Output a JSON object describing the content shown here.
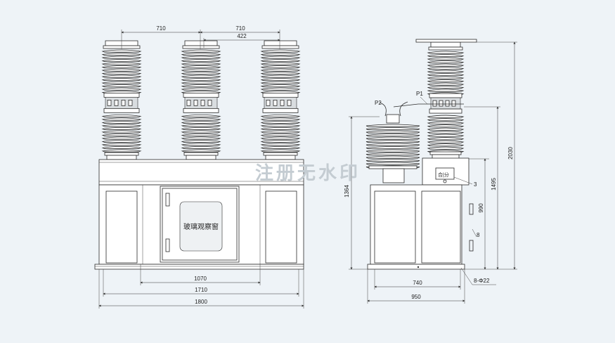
{
  "watermark": "注册无水印",
  "front_view": {
    "window_label": "玻璃观察窗",
    "dims": {
      "pole_pitch_left": "710",
      "pole_pitch_right": "710",
      "offset": "422",
      "inner_width": "1070",
      "base_width": "1710",
      "overall_width": "1800"
    }
  },
  "side_view": {
    "labels": {
      "p1": "P1",
      "p2": "P2",
      "item_3": "3",
      "item_8": "8",
      "holes": "8-Φ22"
    },
    "dims": {
      "height_1364": "1364",
      "height_990": "990",
      "height_1495": "1495",
      "height_2030": "2030",
      "base_740": "740",
      "base_950": "950"
    }
  },
  "colors": {
    "background": "#eef3f7",
    "line": "#2a2a2a",
    "watermark": "#c4ccd2"
  }
}
